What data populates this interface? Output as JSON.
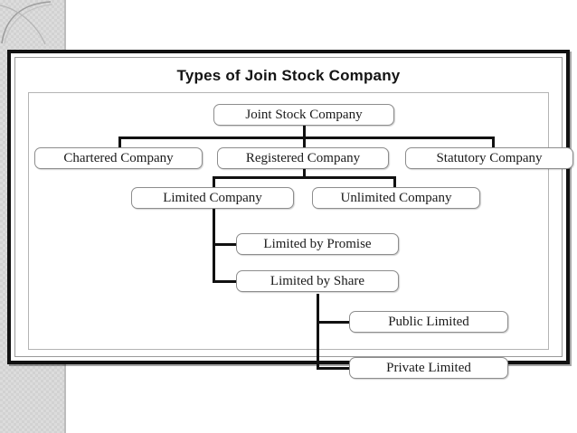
{
  "slide": {
    "title": "Types of Join Stock Company",
    "frame_border_color": "#111111",
    "background_color": "#ffffff",
    "band_color": "#dcdcdc",
    "line_color": "#111111",
    "node_border_color": "#8d8d8d"
  },
  "decoration": {
    "curl_icon": "page-curl-icon",
    "band_icon": "checkered-band"
  },
  "chart_data": {
    "type": "diagram",
    "title": "Types of Join Stock Company",
    "nodes": [
      {
        "id": "joint",
        "label": "Joint Stock Company",
        "level": 0
      },
      {
        "id": "chartered",
        "label": "Chartered Company",
        "level": 1,
        "parent": "joint"
      },
      {
        "id": "registered",
        "label": "Registered Company",
        "level": 1,
        "parent": "joint"
      },
      {
        "id": "statutory",
        "label": "Statutory Company",
        "level": 1,
        "parent": "joint"
      },
      {
        "id": "limited",
        "label": "Limited Company",
        "level": 2,
        "parent": "registered"
      },
      {
        "id": "unlimited",
        "label": "Unlimited Company",
        "level": 2,
        "parent": "registered"
      },
      {
        "id": "promise",
        "label": "Limited by Promise",
        "level": 3,
        "parent": "limited"
      },
      {
        "id": "share",
        "label": "Limited by Share",
        "level": 3,
        "parent": "limited"
      },
      {
        "id": "public",
        "label": "Public Limited",
        "level": 4,
        "parent": "share"
      },
      {
        "id": "private",
        "label": "Private Limited",
        "level": 4,
        "parent": "share"
      }
    ],
    "edges": [
      {
        "from": "joint",
        "to": "chartered"
      },
      {
        "from": "joint",
        "to": "registered"
      },
      {
        "from": "joint",
        "to": "statutory"
      },
      {
        "from": "registered",
        "to": "limited"
      },
      {
        "from": "registered",
        "to": "unlimited"
      },
      {
        "from": "limited",
        "to": "promise"
      },
      {
        "from": "limited",
        "to": "share"
      },
      {
        "from": "share",
        "to": "public"
      },
      {
        "from": "share",
        "to": "private"
      }
    ]
  }
}
